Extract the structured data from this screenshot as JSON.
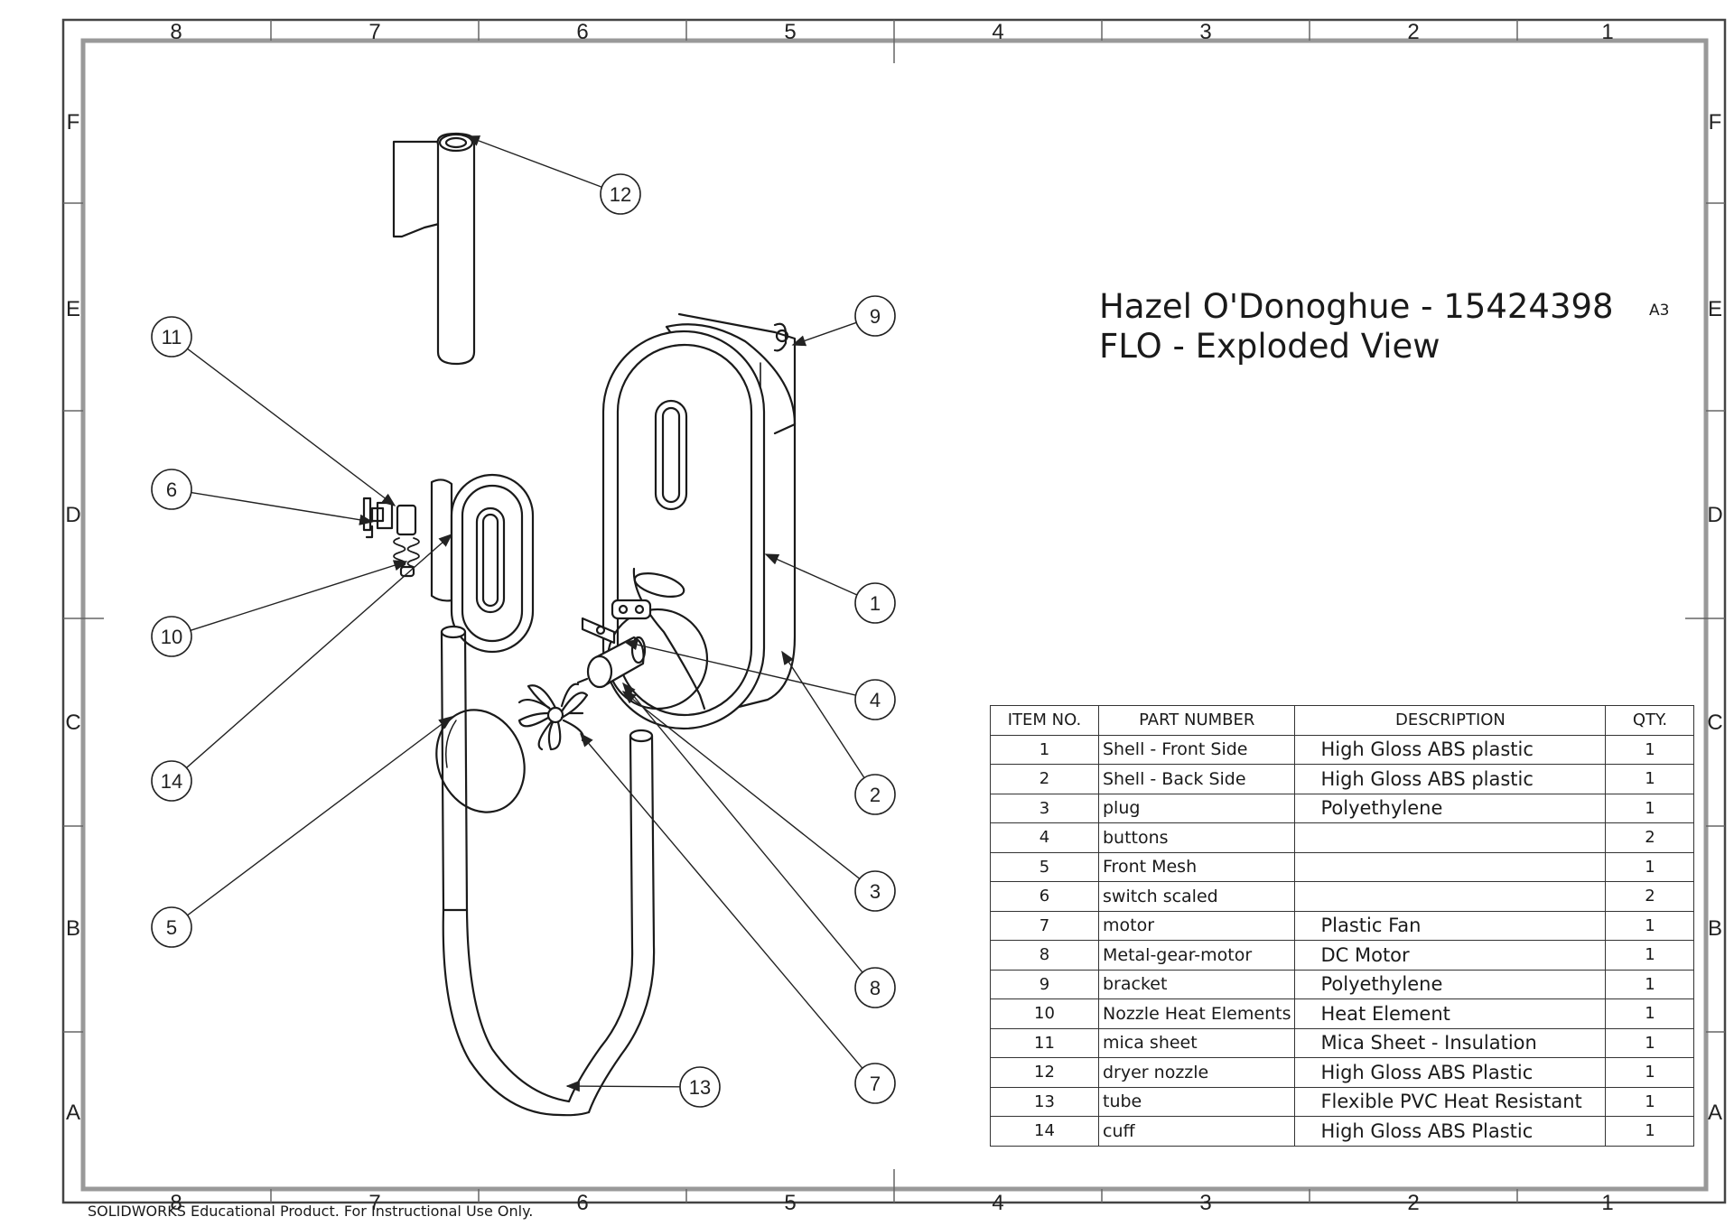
{
  "title": {
    "line1": "Hazel O'Donoghue - 15424398",
    "line2": "FLO - Exploded View"
  },
  "sheet_size": "A3",
  "zones": {
    "columns": [
      "8",
      "7",
      "6",
      "5",
      "4",
      "3",
      "2",
      "1"
    ],
    "rows": [
      "F",
      "E",
      "D",
      "C",
      "B",
      "A"
    ]
  },
  "balloons": [
    "1",
    "2",
    "3",
    "4",
    "5",
    "6",
    "7",
    "8",
    "9",
    "10",
    "11",
    "12",
    "13",
    "14"
  ],
  "bom": {
    "headers": {
      "item": "ITEM NO.",
      "part": "PART NUMBER",
      "desc": "DESCRIPTION",
      "qty": "QTY."
    },
    "rows": [
      {
        "item": "1",
        "part": "Shell - Front Side",
        "desc": "High Gloss ABS plastic",
        "qty": "1"
      },
      {
        "item": "2",
        "part": "Shell - Back Side",
        "desc": "High Gloss ABS plastic",
        "qty": "1"
      },
      {
        "item": "3",
        "part": "plug",
        "desc": "Polyethylene",
        "qty": "1"
      },
      {
        "item": "4",
        "part": "buttons",
        "desc": "",
        "qty": "2"
      },
      {
        "item": "5",
        "part": "Front Mesh",
        "desc": "",
        "qty": "1"
      },
      {
        "item": "6",
        "part": "switch scaled",
        "desc": "",
        "qty": "2"
      },
      {
        "item": "7",
        "part": "motor",
        "desc": "Plastic Fan",
        "qty": "1"
      },
      {
        "item": "8",
        "part": "Metal-gear-motor",
        "desc": "DC Motor",
        "qty": "1"
      },
      {
        "item": "9",
        "part": "bracket",
        "desc": "Polyethylene",
        "qty": "1"
      },
      {
        "item": "10",
        "part": "Nozzle Heat Elements",
        "desc": "Heat Element",
        "qty": "1"
      },
      {
        "item": "11",
        "part": "mica sheet",
        "desc": "Mica Sheet - Insulation",
        "qty": "1"
      },
      {
        "item": "12",
        "part": "dryer nozzle",
        "desc": "High Gloss ABS Plastic",
        "qty": "1"
      },
      {
        "item": "13",
        "part": "tube",
        "desc": "Flexible PVC Heat Resistant",
        "qty": "1"
      },
      {
        "item": "14",
        "part": "cuff",
        "desc": "High Gloss ABS Plastic",
        "qty": "1"
      }
    ]
  },
  "footer": "SOLIDWORKS Educational Product. For Instructional Use Only."
}
